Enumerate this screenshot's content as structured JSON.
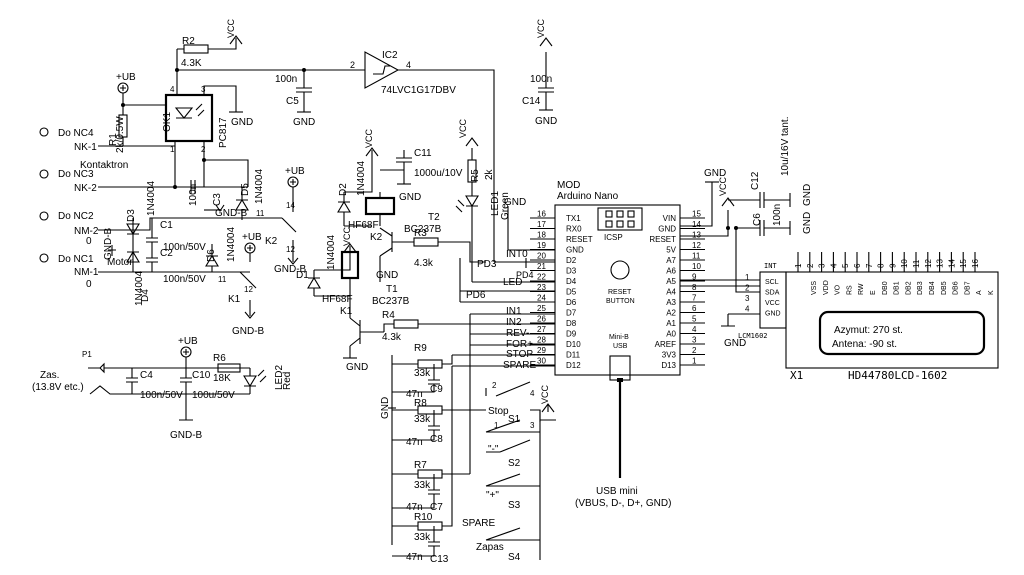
{
  "labels": {
    "r2": "R2",
    "r2v": "4.3K",
    "vcc": "VCC",
    "ic2": "IC2",
    "ic2p": "74LVC1G17DBV",
    "p2": "2",
    "p4": "4",
    "c5v": "100n",
    "c5": "C5",
    "gnd": "GND",
    "c14v": "100n",
    "c14": "C14",
    "ub": "+UB",
    "r1": "R1",
    "r1v": "2k/0.5W",
    "ok1": "OK1",
    "pc817": "PC817",
    "kontaktron": "Kontaktron",
    "donc4": "Do NC4",
    "nk1": "NK-1",
    "donc3": "Do NC3",
    "nk2": "NK-2",
    "donc2": "Do NC2",
    "nm2": "NM-2",
    "donc1": "Do NC1",
    "nm1": "NM-1",
    "c3v": "100n",
    "c3": "C3",
    "d5": "D5",
    "d5v": "1N4004",
    "gndb": "GND-B",
    "d3": "D3",
    "d3v": "1N4004",
    "d4": "D4",
    "d4v": "1N4004",
    "c1": "C1",
    "c1v": "100n/50V",
    "c2": "C2",
    "c2v": "100n/50V",
    "motor": "Motor",
    "zero": "0",
    "k2": "K2",
    "k1": "K1",
    "d6": "D6",
    "d6v": "1N4004",
    "d2": "D2",
    "d2v": "1N4004",
    "d1": "D1",
    "d1v": "1N4004",
    "c11": "C11",
    "c11v": "1000u/10V",
    "r5": "R5",
    "r5v": "2k",
    "led1": "LED1",
    "led1c": "Green",
    "t2": "T2",
    "t2p": "BC237B",
    "t1": "T1",
    "t1p": "BC237B",
    "hf68": "HF68F",
    "k2l": "K2",
    "r3": "R3",
    "r3v": "4.3k",
    "r4": "R4",
    "r4v": "4.3k",
    "mod": "MOD",
    "nano": "Arduino Nano",
    "icsp": "ICSP",
    "reset_btn": "RESET\nBUTTON",
    "minib": "Mini-B\nUSB",
    "usb": "USB mini",
    "usbpins": "(VBUS, D-, D+, GND)",
    "pd3": "PD3",
    "int0": "INT0",
    "pd4": "PD4",
    "led": "LED",
    "pd6": "PD6",
    "in1": "IN1",
    "in2": "IN2",
    "rev": "REV-",
    "for": "FOR+",
    "stop": "STOP",
    "spare": "SPARE",
    "r9": "R9",
    "r8": "R8",
    "r7": "R7",
    "r10": "R10",
    "r33k": "33k",
    "c9": "C9",
    "c8": "C8",
    "c7": "C7",
    "c13": "C13",
    "c47n": "47n",
    "s1": "S1",
    "s2": "S2",
    "s3": "S3",
    "s4": "S4",
    "stopl": "Stop",
    "minus": "\"-\"",
    "plus": "\"+\"",
    "zapas": "Zapas",
    "sparel": "SPARE",
    "c12": "C12",
    "c12v": "10u/16V tant.",
    "c6": "C6",
    "c6v": "100n",
    "int": "INT",
    "scl": "SCL",
    "sda": "SDA",
    "vccl": "VCC",
    "gndl": "GND",
    "lcd": "LCM1602",
    "x1": "X1",
    "hd": "HD44780LCD-1602",
    "azymut": "Azymut: 270 st.",
    "antena": "Antena: -90 st.",
    "p1": "P1",
    "zas": "Zas.",
    "zas2": "(13.8V etc.)",
    "c4": "C4",
    "c4v": "100n/50V",
    "c10": "C10",
    "c10v": "100u/50V",
    "r6": "R6",
    "r6v": "18K",
    "led2": "LED2",
    "led2c": "Red"
  },
  "nano_left": {
    "pins": [
      "16",
      "17",
      "18",
      "19",
      "20",
      "21",
      "22",
      "23",
      "24",
      "25",
      "26",
      "27",
      "28",
      "29",
      "30"
    ],
    "names": [
      "TX1",
      "RX0",
      "RESET",
      "GND",
      "D2",
      "D3",
      "D4",
      "D5",
      "D6",
      "D7",
      "D8",
      "D9",
      "D10",
      "D11",
      "D12"
    ]
  },
  "nano_right": {
    "pins": [
      "15",
      "14",
      "13",
      "12",
      "11",
      "10",
      "9",
      "8",
      "7",
      "6",
      "5",
      "4",
      "3",
      "2",
      "1"
    ],
    "names": [
      "VIN",
      "GND",
      "RESET",
      "5V",
      "A7",
      "A6",
      "A5",
      "A4",
      "A3",
      "A2",
      "A1",
      "A0",
      "AREF",
      "3V3",
      "D13"
    ]
  },
  "lcd_pins": {
    "nums": [
      "1",
      "2",
      "3",
      "4",
      "5",
      "6",
      "7",
      "8",
      "9",
      "10",
      "11",
      "12",
      "13",
      "14",
      "15",
      "16"
    ],
    "names": [
      "VSS",
      "VDD",
      "VO",
      "RS",
      "RW",
      "E",
      "DB0",
      "DB1",
      "DB2",
      "DB3",
      "DB4",
      "DB5",
      "DB6",
      "DB7",
      "A",
      "K"
    ]
  },
  "i2c_pins": {
    "nums": [
      "1",
      "2",
      "3",
      "4"
    ],
    "names": [
      "SCL",
      "SDA",
      "VCC",
      "GND"
    ]
  }
}
